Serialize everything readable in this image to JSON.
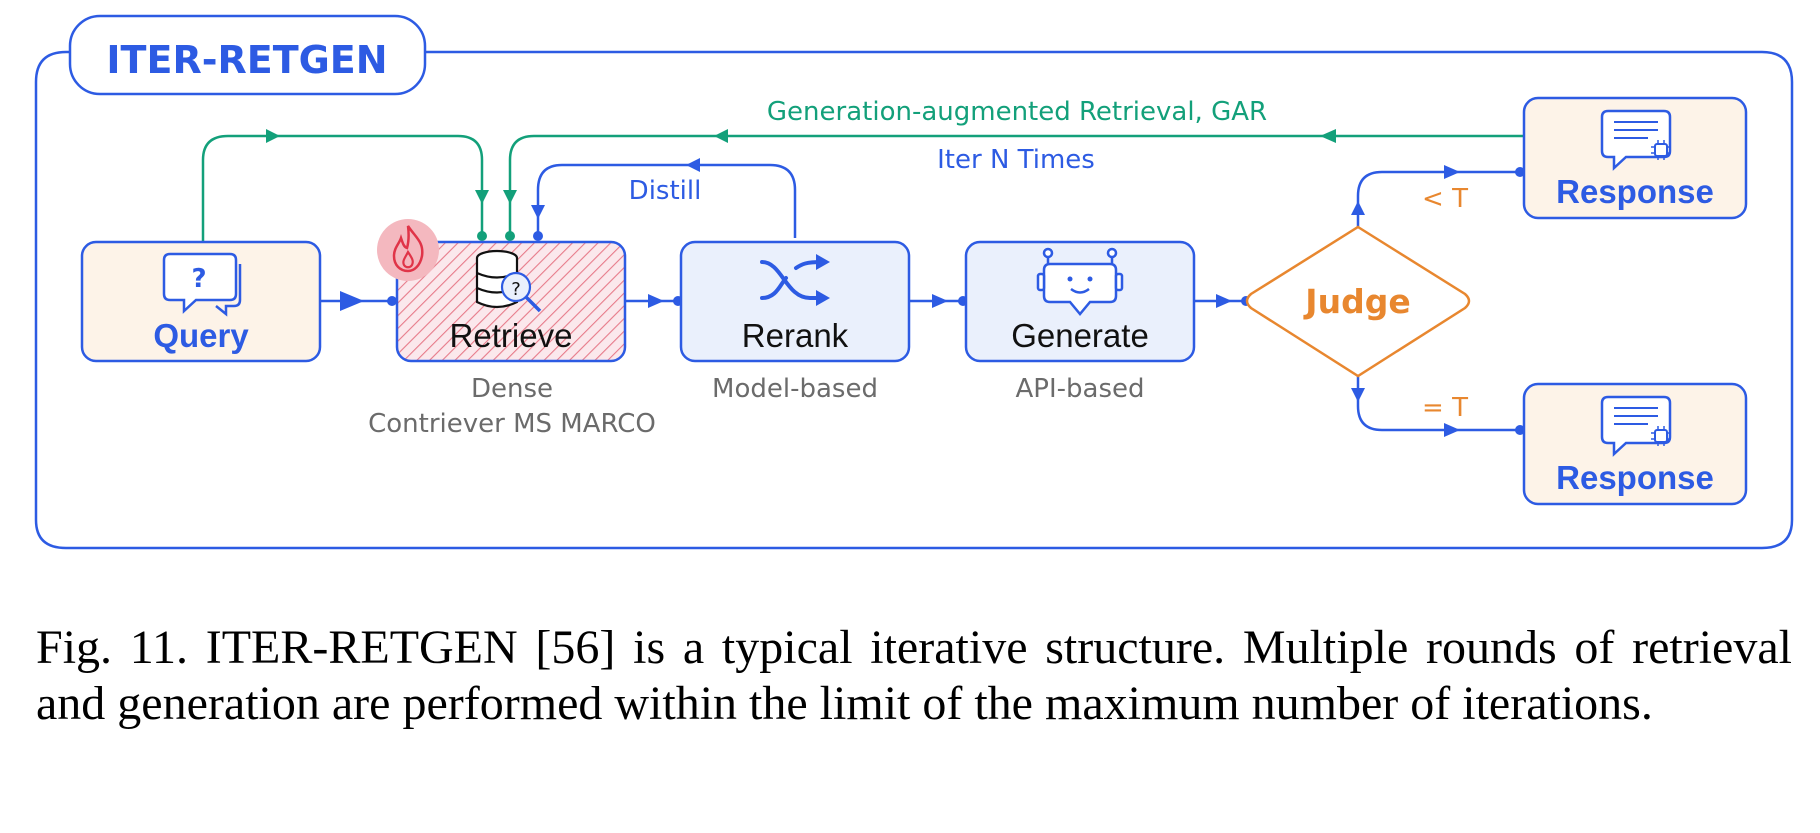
{
  "title": "ITER-RETGEN",
  "nodes": {
    "query": "Query",
    "retrieve": "Retrieve",
    "rerank": "Rerank",
    "generate": "Generate",
    "judge": "Judge",
    "response_top": "Response",
    "response_bottom": "Response"
  },
  "sublabels": {
    "retrieve_line1": "Dense",
    "retrieve_line2": "Contriever MS MARCO",
    "rerank": "Model-based",
    "generate": "API-based"
  },
  "edges": {
    "gar": "Generation-augmented Retrieval, GAR",
    "iter": "Iter N Times",
    "distill": "Distill",
    "less_than": "< T",
    "equal": "= T"
  },
  "icons": {
    "query": "question-chat-icon",
    "retrieve": "database-search-icon",
    "fire": "fire-icon",
    "rerank": "shuffle-icon",
    "generate": "robot-icon",
    "response": "ai-message-icon"
  },
  "colors": {
    "blue": "#2D5BE3",
    "green": "#13A07A",
    "orange": "#E8872F",
    "query_fill": "#FDF3E8",
    "retrieve_hatch": "#E77B8A",
    "rerank_fill": "#EAF0FC"
  },
  "caption": "Fig. 11.  ITER-RETGEN [56] is a typical iterative structure. Multiple rounds of retrieval and generation are performed within the limit of the maximum number of iterations."
}
